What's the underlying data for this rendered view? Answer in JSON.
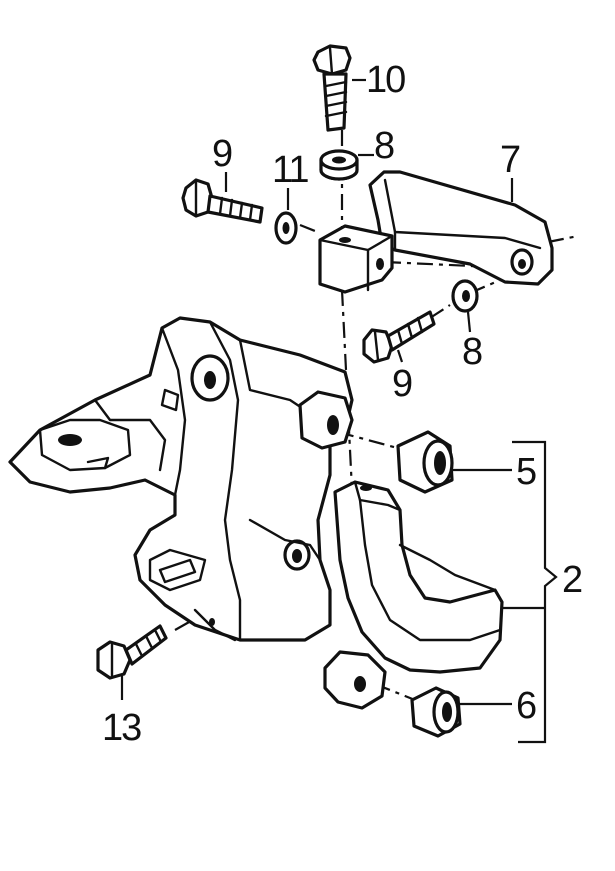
{
  "callouts": {
    "c2": "2",
    "c5": "5",
    "c6": "6",
    "c7": "7",
    "c8a": "8",
    "c8b": "8",
    "c9a": "9",
    "c9b": "9",
    "c10": "10",
    "c11": "11",
    "c13": "13"
  },
  "colors": {
    "ink": "#111111",
    "paper": "#ffffff"
  },
  "icons": {
    "bolt": "hex-bolt-icon",
    "washer": "washer-icon",
    "bushing": "bushing-icon",
    "bracket": "bracket-icon"
  }
}
